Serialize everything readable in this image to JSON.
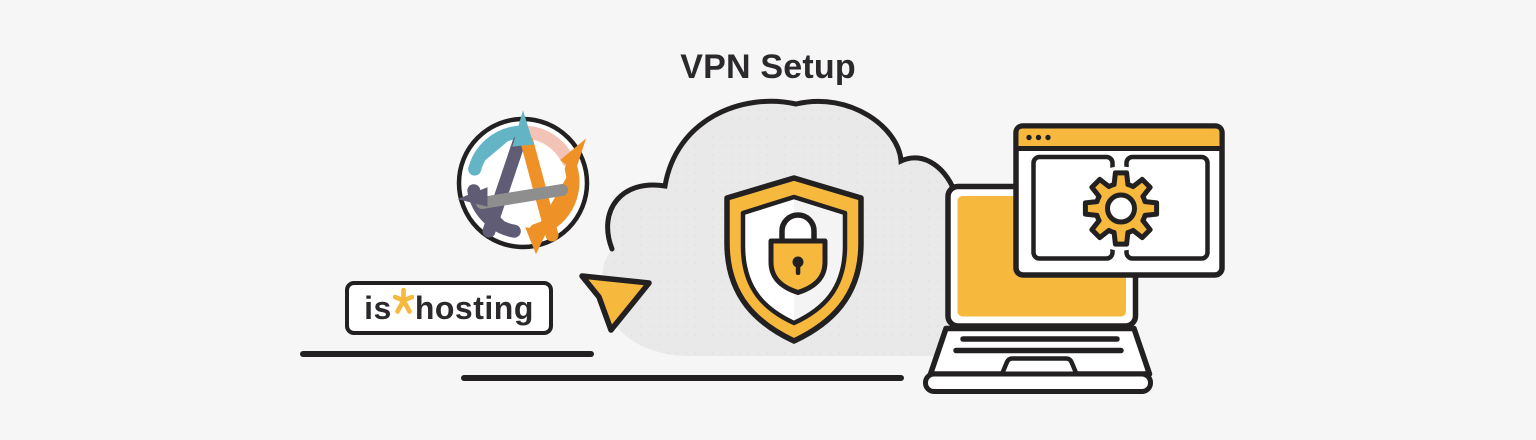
{
  "page": {
    "title": "VPN Setup",
    "background": "#F6F6F7"
  },
  "brand": {
    "text": "is*hosting",
    "prefix": "is",
    "suffix": "hosting",
    "star_icon": "star-asterisk-icon"
  },
  "illustration": {
    "colors": {
      "page_bg": "#F6F6F7",
      "text_dark": "#2B292C",
      "outline_dark": "#232021",
      "accent_yellow": "#F6B93E",
      "cloud_gray": "#E9E9E9",
      "logo_teal": "#63B5C5",
      "logo_pink": "#F4C3B7",
      "logo_orange": "#EE9227",
      "logo_slate": "#615C75",
      "logo_gray": "#8E8E8E"
    },
    "elements": [
      "provider-logo-badge",
      "cursor-arrow-icon",
      "secure-cloud-shape",
      "shield-lock-icon",
      "laptop-icon",
      "browser-window",
      "gear-icon",
      "underline-left",
      "underline-right"
    ]
  }
}
